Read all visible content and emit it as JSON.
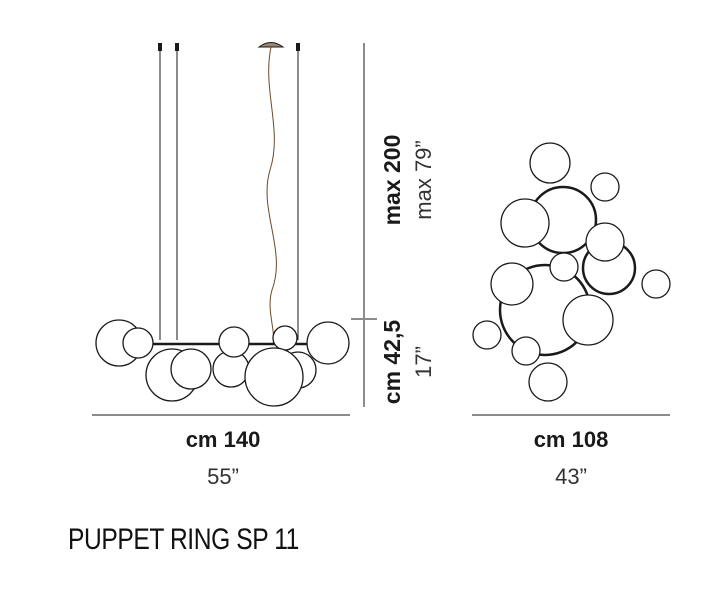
{
  "product": {
    "name": "PUPPET RING SP 11"
  },
  "dimensions": {
    "width_front": {
      "metric": "cm 140",
      "imperial": "55”"
    },
    "width_side": {
      "metric": "cm 108",
      "imperial": "43”"
    },
    "max_drop": {
      "metric": "max 200",
      "imperial": "max 79”"
    },
    "body_height": {
      "metric": "cm 42,5",
      "imperial": "17”"
    }
  },
  "colors": {
    "line": "#1a1a1a",
    "globe_stroke": "#1a1a1a",
    "globe_fill": "#ffffff",
    "cable": "#6b4a2a"
  }
}
